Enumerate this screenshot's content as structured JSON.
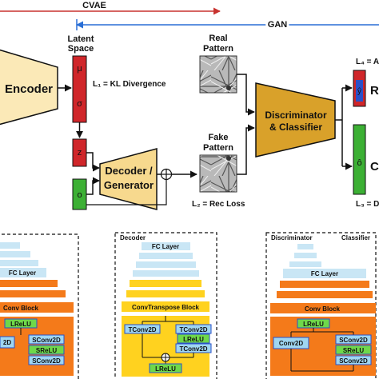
{
  "top": {
    "cvae_label": "CVAE",
    "gan_label": "GAN",
    "latent_space_label_1": "Latent",
    "latent_space_label_2": "Space",
    "encoder_label": "Encoder",
    "mu_symbol": "μ",
    "sigma_symbol": "σ",
    "z_symbol": "z",
    "o_symbol": "o",
    "kl_loss_label": "L₁ = KL Divergence",
    "decoder_label_1": "Decoder /",
    "decoder_label_2": "Generator",
    "real_pattern_label_1": "Real",
    "real_pattern_label_2": "Pattern",
    "fake_pattern_label_1": "Fake",
    "fake_pattern_label_2": "Pattern",
    "rec_loss_label": "L₂ = Rec Loss",
    "discriminator_label_1": "Discriminator",
    "discriminator_label_2": "& Classifier",
    "l4_label": "L₄ = A",
    "l3_label": "L₃ = D",
    "y_hat_symbol": "ŷ",
    "o_hat_symbol": "ô",
    "right_real_fragment": "R",
    "right_class_fragment": "C"
  },
  "panels": {
    "encoder": {
      "fc_layer": "FC Layer",
      "conv_block": "Conv Block",
      "lrelu": "LReLU",
      "conv_partial": "2D",
      "sconv_1": "SConv2D",
      "srelu": "SReLU",
      "sconv_2": "SConv2D"
    },
    "decoder": {
      "title": "Decoder",
      "fc_layer": "FC Layer",
      "convtranspose_block": "ConvTranspose Block",
      "tconv_left": "TConv2D",
      "tconv_right_1": "TConv2D",
      "lrelu_inner": "LReLU",
      "tconv_right_2": "TConv2D",
      "lrelu_bottom": "LReLU"
    },
    "discriminator": {
      "title_1": "Discriminator",
      "title_2": "Classifier",
      "fc_layer": "FC Layer",
      "conv_block": "Conv Block",
      "lrelu": "LReLU",
      "conv_left": "Conv2D",
      "sconv_1": "SConv2D",
      "srelu": "SReLU",
      "sconv_2": "SConv2D"
    }
  },
  "colors": {
    "encoder_fill": "#fbe9b7",
    "red_block": "#d0262a",
    "green_block": "#3cb034",
    "decoder_fill": "#f7d98e",
    "discriminator_fill": "#d9a12a",
    "blue_block": "#2a50c8",
    "gan_blue": "#2a6fd6",
    "cvae_red": "#c8322f",
    "light_blue_layer": "#c9e6f5",
    "orange_layer": "#f47a1a",
    "yellow_layer": "#ffd21f",
    "green_layer": "#6fd84a",
    "light_blue_box": "#9fd6f2"
  }
}
